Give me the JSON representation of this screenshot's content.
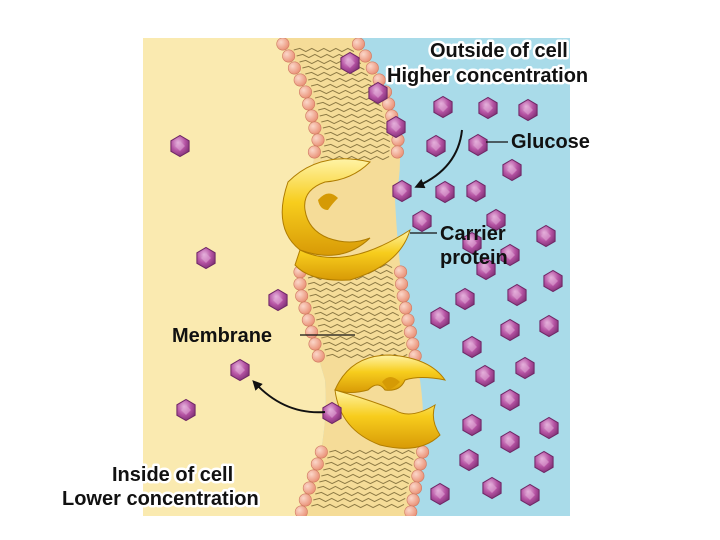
{
  "labels": {
    "outside_title": "Outside of cell",
    "outside_sub": "Higher concentration",
    "glucose": "Glucose",
    "carrier_1": "Carrier",
    "carrier_2": "protein",
    "membrane": "Membrane",
    "inside_title": "Inside of cell",
    "inside_sub": "Lower concentration"
  },
  "colors": {
    "outside": "#a9dbe9",
    "inside": "#faeab0",
    "lipid_head": "#f1a58e",
    "lipid_tail_band": "#f5dc98",
    "carrier_protein": "#f5c518",
    "glucose": "#b04a9e",
    "arrow": "#111111"
  },
  "icons": {
    "glucose": "purple-hexagon-molecule",
    "carrier": "yellow-crescent-protein"
  }
}
